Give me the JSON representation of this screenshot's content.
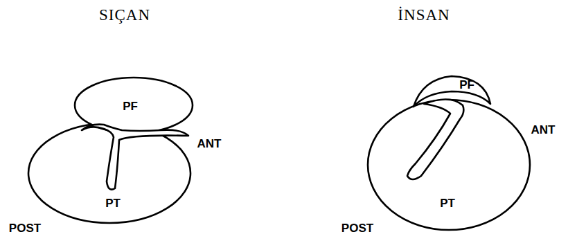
{
  "diagram": {
    "labels": [
      "SIÇAN",
      "İNSAN",
      "PF",
      "ANT",
      "PT",
      "POST",
      "PF",
      "ANT",
      "PT",
      "POST"
    ]
  }
}
